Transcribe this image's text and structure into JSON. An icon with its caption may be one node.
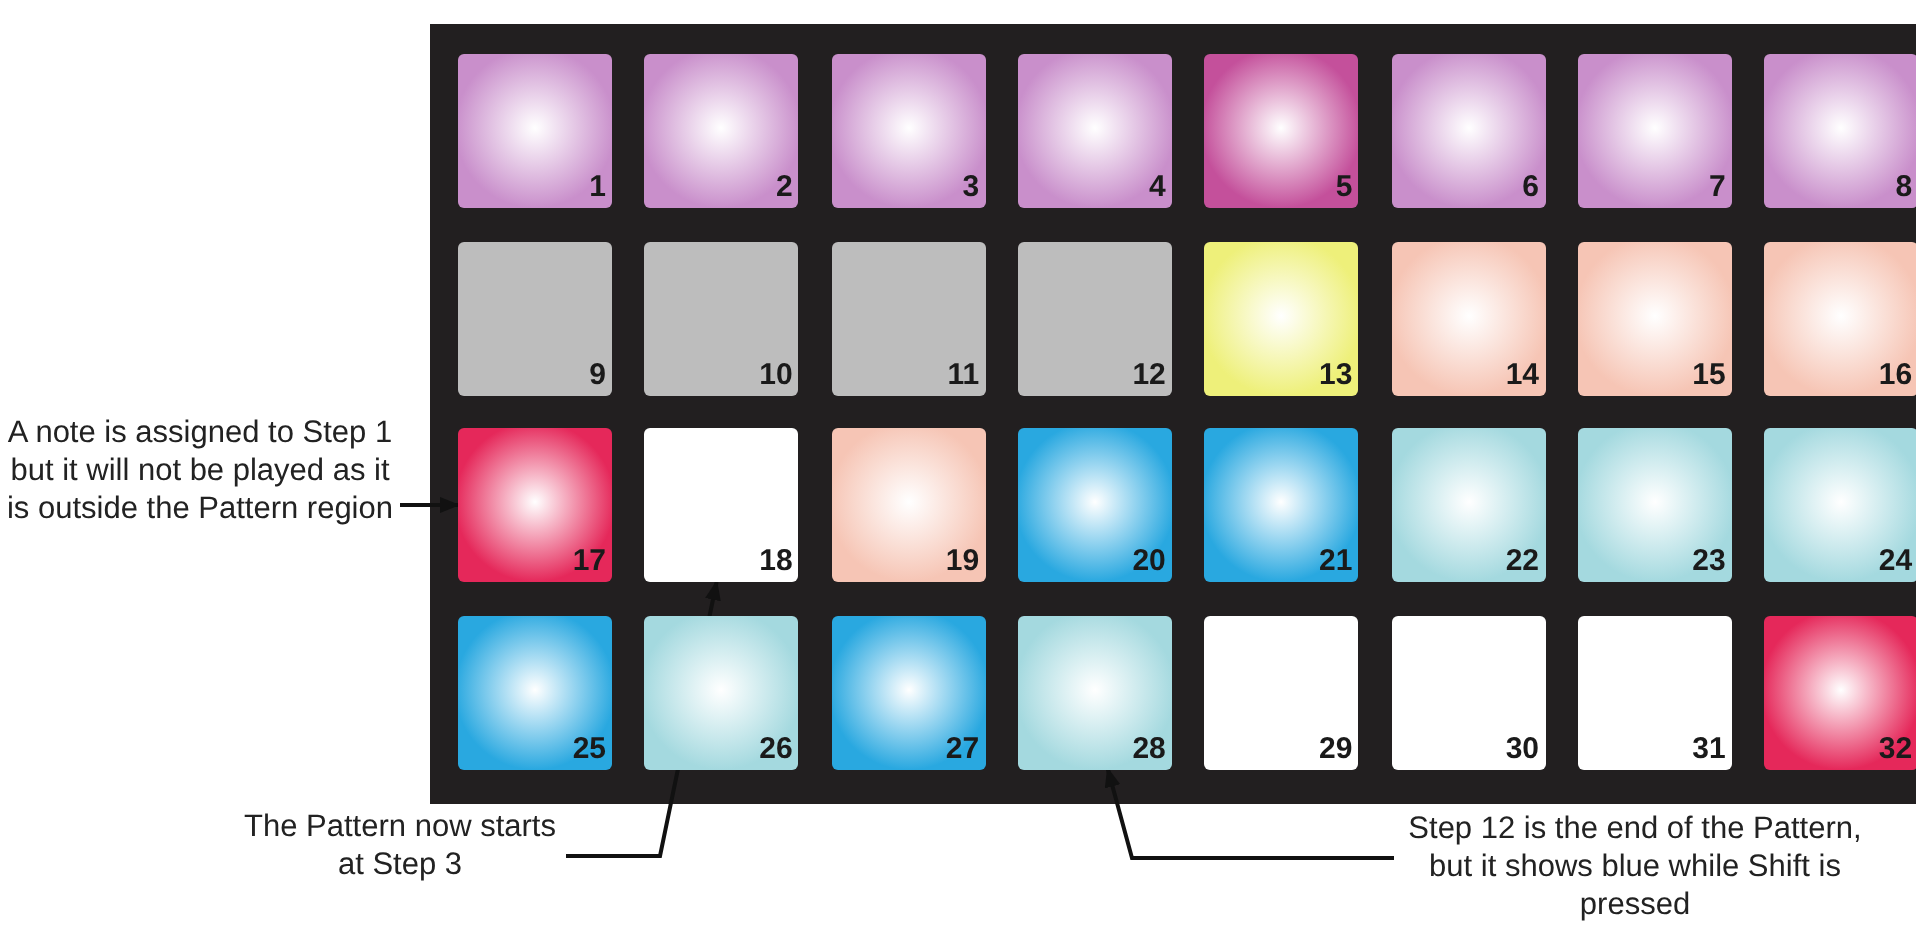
{
  "diagram": {
    "nodes": [
      {
        "text": [
          "1"
        ]
      },
      {
        "text": [
          "2"
        ]
      },
      {
        "text": [
          "3"
        ]
      },
      {
        "text": [
          "4"
        ]
      },
      {
        "text": [
          "5"
        ]
      },
      {
        "text": [
          "6"
        ]
      },
      {
        "text": [
          "7"
        ]
      },
      {
        "text": [
          "8"
        ]
      },
      {
        "text": [
          "9"
        ]
      },
      {
        "text": [
          "10"
        ]
      },
      {
        "text": [
          "11"
        ]
      },
      {
        "text": [
          "12"
        ]
      },
      {
        "text": [
          "13"
        ]
      },
      {
        "text": [
          "14"
        ]
      },
      {
        "text": [
          "15"
        ]
      },
      {
        "text": [
          "16"
        ]
      },
      {
        "text": [
          "17"
        ]
      },
      {
        "text": [
          "18"
        ]
      },
      {
        "text": [
          "19"
        ]
      },
      {
        "text": [
          "20"
        ]
      },
      {
        "text": [
          "21"
        ]
      },
      {
        "text": [
          "22"
        ]
      },
      {
        "text": [
          "23"
        ]
      },
      {
        "text": [
          "24"
        ]
      },
      {
        "text": [
          "25"
        ]
      },
      {
        "text": [
          "26"
        ]
      },
      {
        "text": [
          "27"
        ]
      },
      {
        "text": [
          "28"
        ]
      },
      {
        "text": [
          "29"
        ]
      },
      {
        "text": [
          "30"
        ]
      },
      {
        "text": [
          "31"
        ]
      },
      {
        "text": [
          "32"
        ]
      },
      {
        "text": [
          "A note is assigned to Step 1 but it will not be played as it is outside the Pattern region"
        ]
      },
      {
        "text": [
          "The Pattern now starts at Step 3"
        ]
      },
      {
        "text": [
          "Step 12 is the end of the Pattern, but it shows blue while Shift is pressed"
        ]
      }
    ],
    "edges": [
      {
        "from": 32,
        "to": 16,
        "arrow": "to"
      },
      {
        "from": 33,
        "to": 17,
        "arrow": "to"
      },
      {
        "from": 34,
        "to": 27,
        "arrow": "to"
      }
    ]
  }
}
